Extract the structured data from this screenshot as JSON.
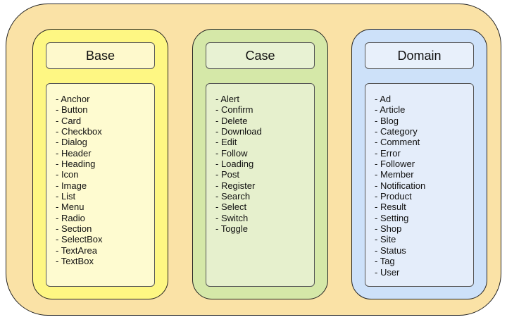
{
  "columns": [
    {
      "title": "Base",
      "items": [
        "- Anchor",
        "- Button",
        "- Card",
        "- Checkbox",
        "- Dialog",
        "- Header",
        "- Heading",
        "- Icon",
        "- Image",
        "- List",
        "- Menu",
        "- Radio",
        "- Section",
        "- SelectBox",
        "- TextArea",
        "- TextBox"
      ]
    },
    {
      "title": "Case",
      "items": [
        "- Alert",
        "- Confirm",
        "- Delete",
        "- Download",
        "- Edit",
        "- Follow",
        "- Loading",
        "- Post",
        "- Register",
        "- Search",
        "- Select",
        "- Switch",
        "- Toggle"
      ]
    },
    {
      "title": "Domain",
      "items": [
        "- Ad",
        "- Article",
        "- Blog",
        "- Category",
        "- Comment",
        "- Error",
        "- Follower",
        "- Member",
        "- Notification",
        "- Product",
        "- Result",
        "- Setting",
        "- Shop",
        "- Site",
        "- Status",
        "- Tag",
        "- User"
      ]
    }
  ],
  "colors": {
    "outer_fill": "#fae2a6",
    "base_fill": "#fef783",
    "case_fill": "#d5e8a8",
    "domain_fill": "#cde1f9"
  }
}
